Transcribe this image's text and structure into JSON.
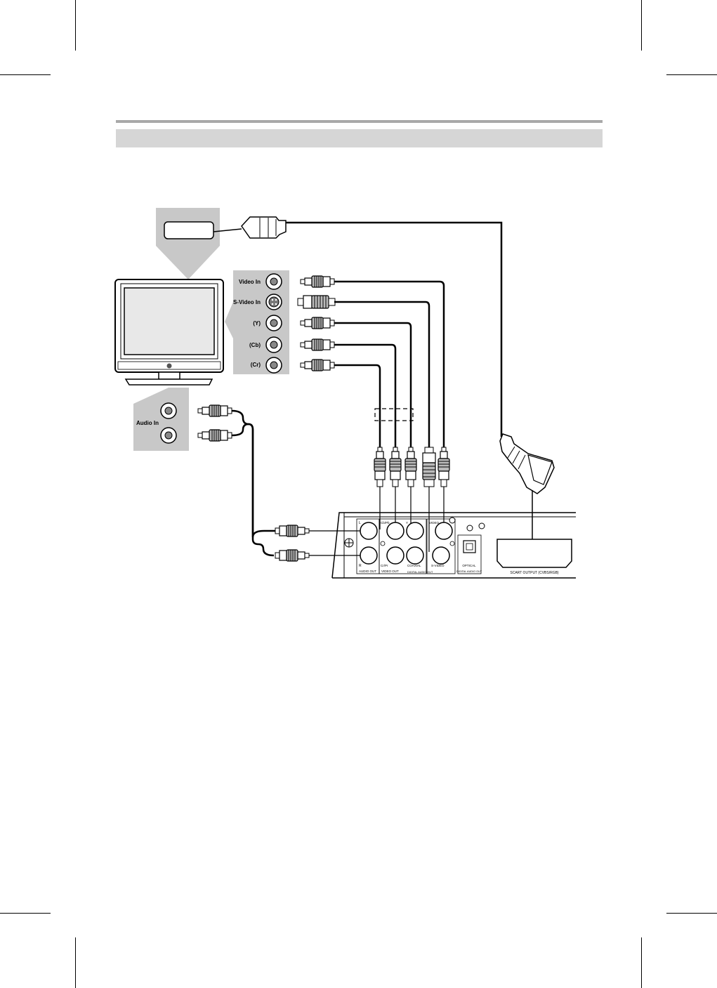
{
  "tv_inputs": {
    "video_in": "Video In",
    "s_video_in": "S-Video In",
    "y": "(Y)",
    "cb": "(Cb)",
    "cr": "(Cr)",
    "audio_in": "Audio In"
  },
  "dvd_panel": {
    "audio_l": "L",
    "audio_r": "R",
    "audio_out": "AUDIO OUT",
    "cb_pb": "Cb/Pb",
    "cr_pr": "Cr/Pr",
    "y": "Y",
    "video": "VIDEO",
    "video_out": "VIDEO OUT",
    "coaxial": "COAXIAL",
    "digital_audio_out": "DIGITAL AUDIO OUT",
    "s_video": "S-VIDEO",
    "optical": "OPTICAL",
    "optical_sub": "DIGITAL AUDIO OUT",
    "scart_output": "SCART OUTPUT (CVBS/RGB)"
  },
  "colors": {
    "panel_gray": "#c8c8c8",
    "header_gray": "#d6d6d6",
    "rule_gray": "#a9a9a9",
    "line": "#000000"
  }
}
